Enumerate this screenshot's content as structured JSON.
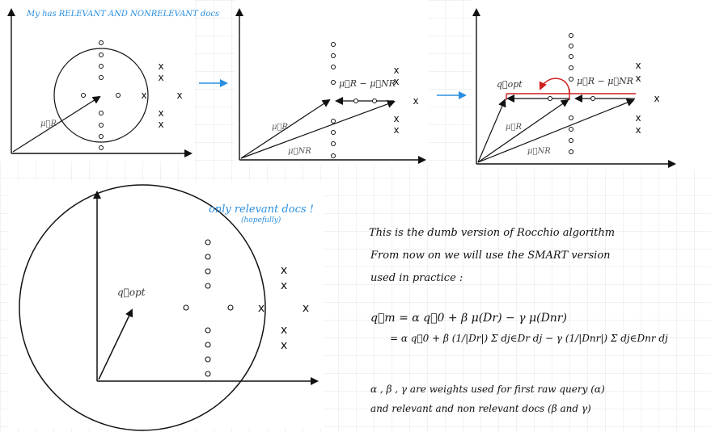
{
  "panel1": {
    "note": "My has RELEVANT AND NONRELEVANT docs",
    "mu_r": "μ⃗R"
  },
  "panel2": {
    "diff_label": "μ⃗R − μ⃗NR",
    "mu_r": "μ⃗R",
    "mu_nr": "μ⃗NR"
  },
  "panel3": {
    "q_opt": "q⃗opt",
    "diff_label": "μ⃗R − μ⃗NR",
    "mu_r": "μ⃗R",
    "mu_nr": "μ⃗NR"
  },
  "panel4": {
    "note": "only relevant docs !",
    "note_sub": "(hopefully)",
    "q_opt": "q⃗opt"
  },
  "notes": {
    "intro_line1": "This is the dumb version of Rocchio algorithm",
    "intro_line2": "From now on we will use the SMART version",
    "intro_line3": "used in practice :",
    "formula_line1": "q⃗m = α q⃗0 + β μ(Dr) − γ μ(Dnr)",
    "formula_line2": "= α q⃗0 + β (1/|Dr|) Σ dj∈Dr dj − γ (1/|Dnr|) Σ dj∈Dnr dj",
    "weights_line1": "α , β , γ are weights used for first raw query (α)",
    "weights_line2": "and relevant and non relevant docs (β and γ)"
  },
  "colors": {
    "ink": "#111111",
    "blue_ink": "#2a8fe0",
    "red_ink": "#d02020",
    "grid": "#e4e4e4"
  }
}
